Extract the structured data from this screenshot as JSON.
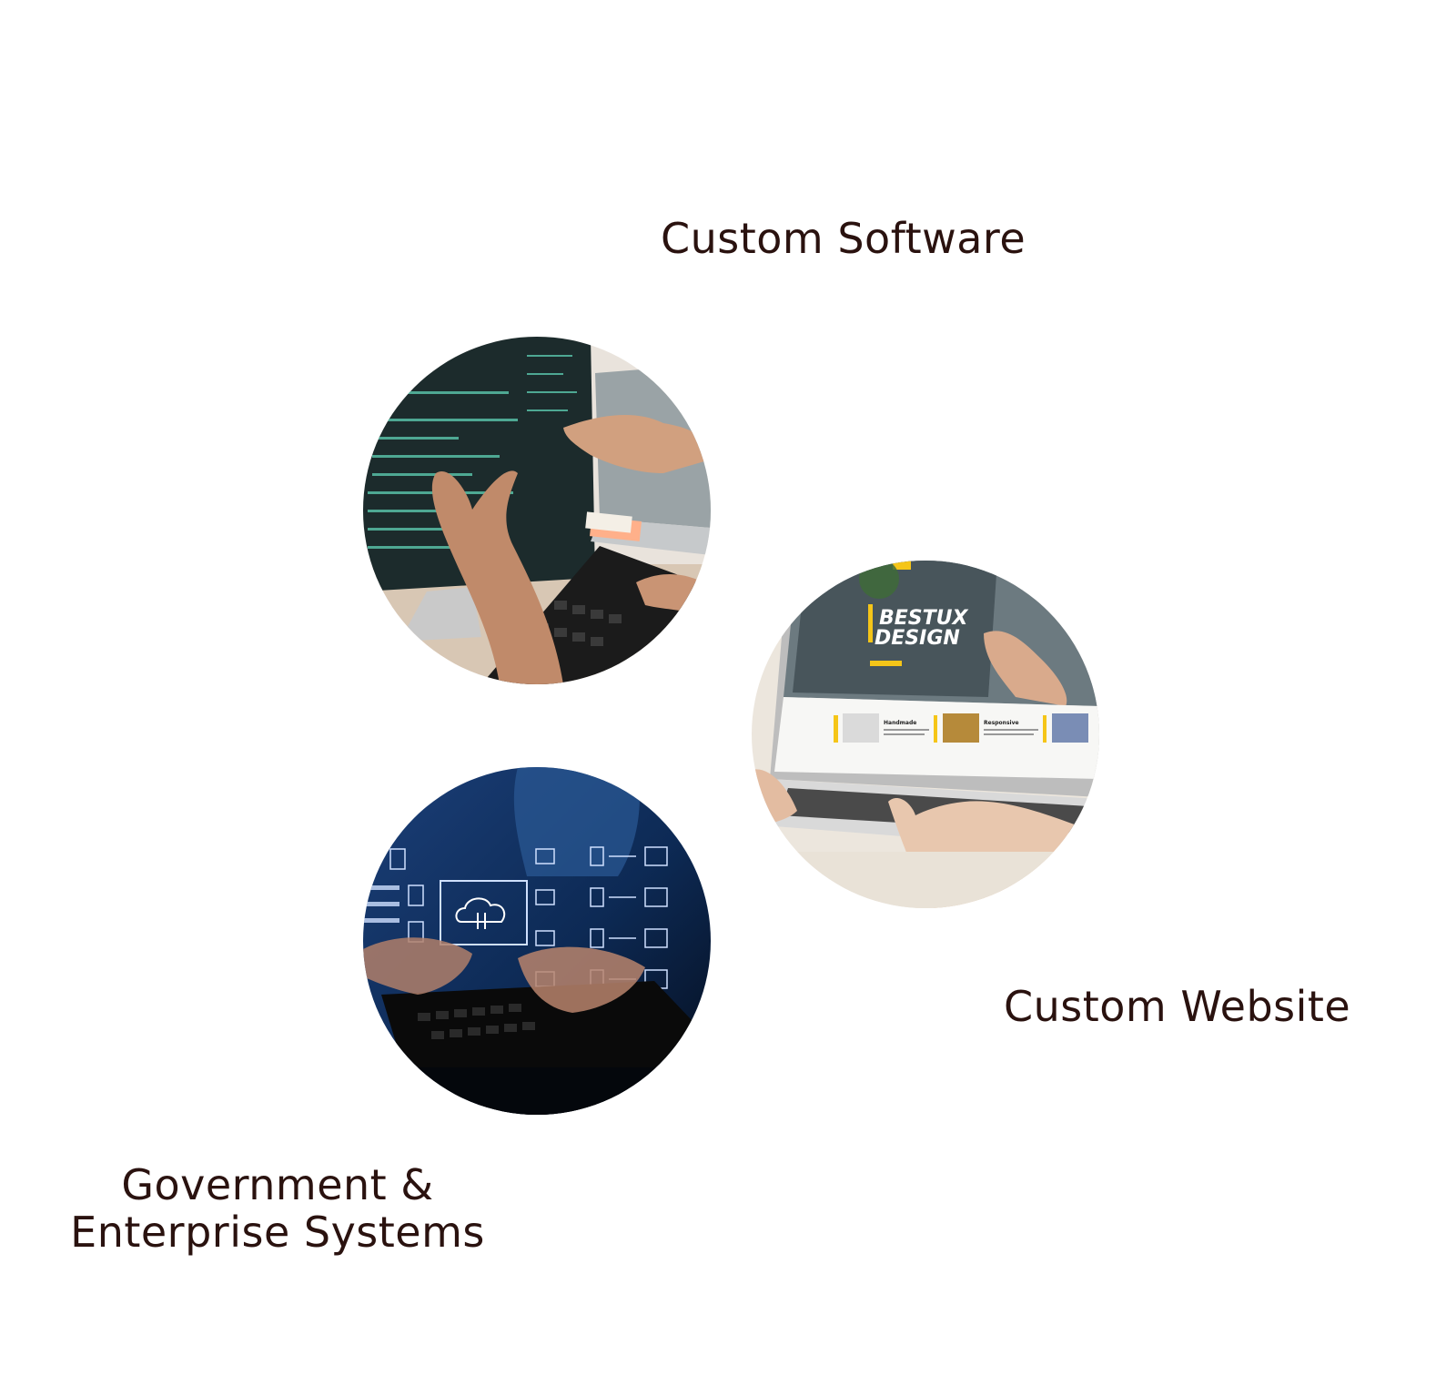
{
  "services": [
    {
      "label": "Custom Software",
      "icon": "coding-monitor-photo"
    },
    {
      "label": "Custom Website",
      "icon": "web-design-laptop-photo"
    },
    {
      "label_line1": "Government &",
      "label_line2": "Enterprise Systems",
      "icon": "enterprise-cloud-typing-photo"
    }
  ],
  "website_screen": {
    "headline_line1": "BESTUX",
    "headline_line2": "DESIGN",
    "card1_title": "Handmade",
    "card2_title": "Responsive"
  },
  "colors": {
    "text": "#2a120f",
    "accent_yellow": "#f5c518",
    "enterprise_blue": "#0d2a55"
  }
}
